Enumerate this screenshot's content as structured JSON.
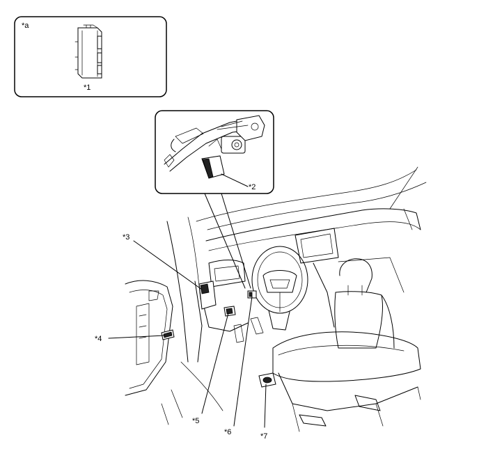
{
  "callouts": {
    "view_a": "*a",
    "c1": "*1",
    "c2": "*2",
    "c3": "*3",
    "c4": "*4",
    "c5": "*5",
    "c6": "*6",
    "c7": "*7"
  }
}
